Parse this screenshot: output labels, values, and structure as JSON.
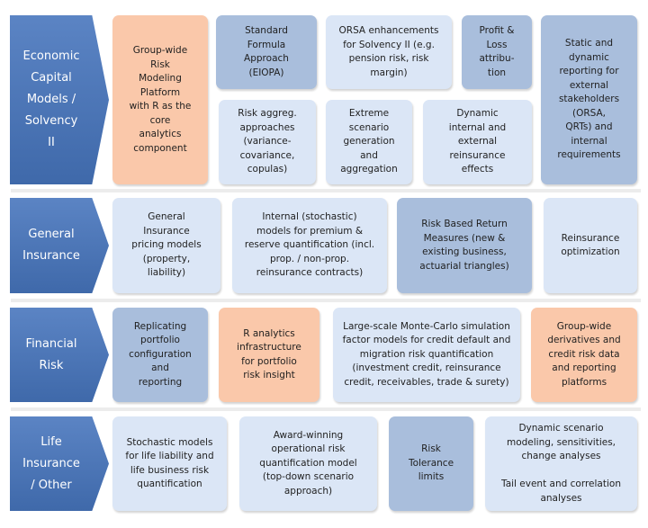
{
  "colors": {
    "chevron": "#4a74b6",
    "light_box": "#dbe6f6",
    "medium_box": "#a9bedc",
    "orange_box": "#fac8aa"
  },
  "rows": [
    {
      "category": "Economic\nCapital\nModels /\nSolvency\nII",
      "boxes": [
        {
          "text": "Group-wide\nRisk\nModeling\nPlatform\nwith R as the\ncore\nanalytics\ncomponent",
          "style": "orange"
        },
        {
          "text": "Standard\nFormula\nApproach\n(EIOPA)",
          "style": "medium"
        },
        {
          "text": "ORSA enhancements\nfor Solvency II (e.g.\npension risk, risk\nmargin)",
          "style": "light"
        },
        {
          "text": "Profit &\nLoss\nattribu-\ntion",
          "style": "medium"
        },
        {
          "text": "Static and\ndynamic\nreporting for\nexternal\nstakeholders\n(ORSA,\nQRTs) and\ninternal\nrequirements",
          "style": "medium"
        },
        {
          "text": "Risk aggreg.\napproaches\n(variance-\ncovariance,\ncopulas)",
          "style": "light"
        },
        {
          "text": "Extreme\nscenario\ngeneration\nand\naggregation",
          "style": "light"
        },
        {
          "text": "Dynamic\ninternal and\nexternal\nreinsurance\neffects",
          "style": "light"
        }
      ]
    },
    {
      "category": "General\nInsurance",
      "boxes": [
        {
          "text": "General\nInsurance\npricing models\n(property,\nliability)",
          "style": "light"
        },
        {
          "text": "Internal (stochastic)\nmodels for premium &\nreserve quantification (incl.\nprop. / non-prop.\nreinsurance contracts)",
          "style": "light"
        },
        {
          "text": "Risk Based Return\nMeasures (new &\nexisting business,\nactuarial triangles)",
          "style": "medium"
        },
        {
          "text": "Reinsurance\noptimization",
          "style": "light"
        }
      ]
    },
    {
      "category": "Financial\nRisk",
      "boxes": [
        {
          "text": "Replicating\nportfolio\nconfiguration\nand\nreporting",
          "style": "medium"
        },
        {
          "text": "R analytics\ninfrastructure\nfor portfolio\nrisk insight",
          "style": "orange"
        },
        {
          "text": "Large-scale Monte-Carlo simulation\nfactor models for credit default and\nmigration risk quantification\n(investment credit, reinsurance\ncredit, receivables, trade & surety)",
          "style": "light"
        },
        {
          "text": "Group-wide\nderivatives and\ncredit risk data\nand reporting\nplatforms",
          "style": "orange"
        }
      ]
    },
    {
      "category": "Life\nInsurance\n/ Other",
      "boxes": [
        {
          "text": "Stochastic models\nfor life liability and\nlife business risk\nquantification",
          "style": "light"
        },
        {
          "text": "Award-winning\noperational risk\nquantification model\n(top-down scenario\napproach)",
          "style": "light"
        },
        {
          "text": "Risk\nTolerance\nlimits",
          "style": "medium"
        },
        {
          "text": "Dynamic scenario\nmodeling, sensitivities,\nchange analyses\n\nTail event and correlation\nanalyses",
          "style": "light"
        }
      ]
    }
  ]
}
